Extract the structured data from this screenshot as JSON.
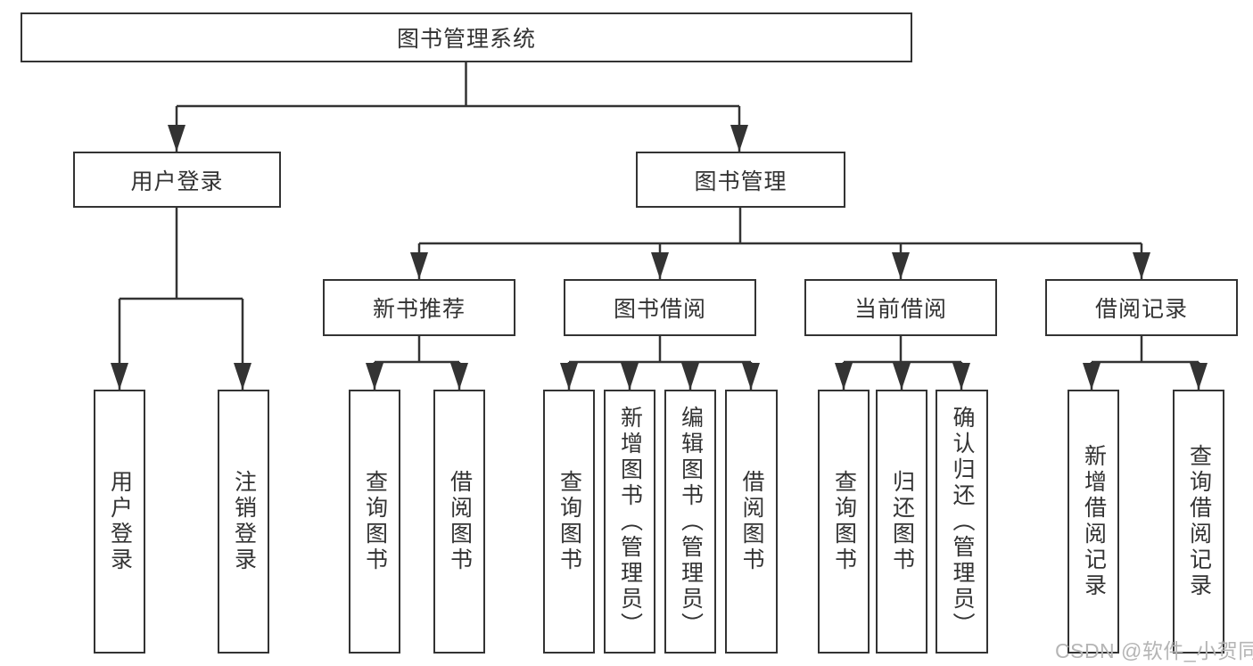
{
  "diagram": {
    "type": "tree",
    "nodes": {
      "root": "图书管理系统",
      "user_login": "用户登录",
      "book_management": "图书管理",
      "new_book_recommend": "新书推荐",
      "book_borrow": "图书借阅",
      "current_borrow": "当前借阅",
      "borrow_records": "借阅记录",
      "leaf_user_login": "用户登录",
      "leaf_logout": "注销登录",
      "leaf_query_book_1": "查询图书",
      "leaf_borrow_book_1": "借阅图书",
      "leaf_query_book_2": "查询图书",
      "leaf_add_book_admin": "新增图书（管理员）",
      "leaf_edit_book_admin": "编辑图书（管理员）",
      "leaf_borrow_book_2": "借阅图书",
      "leaf_query_book_3": "查询图书",
      "leaf_return_book": "归还图书",
      "leaf_confirm_return_admin": "确认归还（管理员）",
      "leaf_add_borrow_record": "新增借阅记录",
      "leaf_query_borrow_record": "查询借阅记录"
    },
    "hierarchy": {
      "图书管理系统": {
        "用户登录": [
          "用户登录",
          "注销登录"
        ],
        "图书管理": {
          "新书推荐": [
            "查询图书",
            "借阅图书"
          ],
          "图书借阅": [
            "查询图书",
            "新增图书（管理员）",
            "编辑图书（管理员）",
            "借阅图书"
          ],
          "当前借阅": [
            "查询图书",
            "归还图书",
            "确认归还（管理员）"
          ],
          "借阅记录": [
            "新增借阅记录",
            "查询借阅记录"
          ]
        }
      }
    },
    "colors": {
      "line": "#333333",
      "text": "#333333",
      "box_fill": "#ffffff",
      "background": "#ffffff",
      "watermark": "#b5b5b5"
    }
  },
  "watermark": "CSDN @软件_小贺同学"
}
